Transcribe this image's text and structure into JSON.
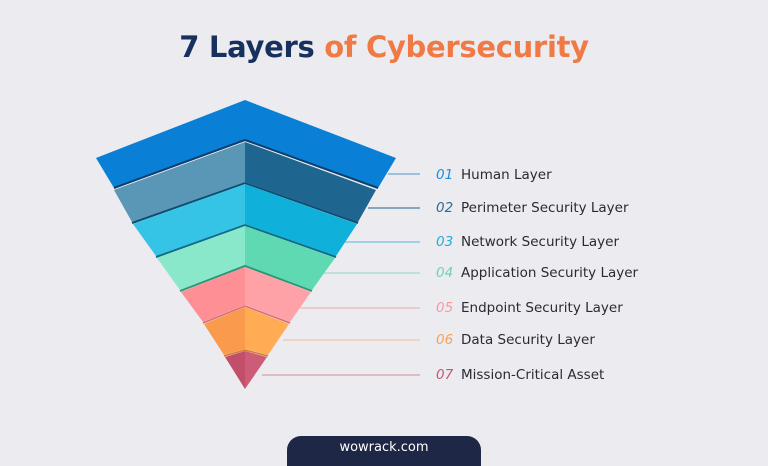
{
  "title": {
    "part1": "7 Layers",
    "part2": "of Cybersecurity",
    "color1": "#17305e",
    "color2": "#f07a45"
  },
  "layers": [
    {
      "num": "01",
      "label": "Human Layer",
      "color_left": "#0a7fd6",
      "color_right": "#0a7fd6",
      "accent": "#1f8ed8"
    },
    {
      "num": "02",
      "label": "Perimeter Security Layer",
      "color_left": "#5a96b6",
      "color_right": "#1e6690",
      "accent": "#2e6c92"
    },
    {
      "num": "03",
      "label": "Network Security Layer",
      "color_left": "#35c3e6",
      "color_right": "#0fb0da",
      "accent": "#1eb0d8"
    },
    {
      "num": "04",
      "label": "Application Security Layer",
      "color_left": "#88e8c9",
      "color_right": "#5ed9b2",
      "accent": "#6ed3b4"
    },
    {
      "num": "05",
      "label": "Endpoint Security Layer",
      "color_left": "#fd8f95",
      "color_right": "#ffa2a8",
      "accent": "#f59aa0"
    },
    {
      "num": "06",
      "label": "Data Security Layer",
      "color_left": "#f99a4c",
      "color_right": "#ffac55",
      "accent": "#f4a25c"
    },
    {
      "num": "07",
      "label": "Mission-Critical Asset",
      "color_left": "#c24f6a",
      "color_right": "#cd5c76",
      "accent": "#c35b72"
    }
  ],
  "footer": {
    "text": "wowrack.com"
  }
}
